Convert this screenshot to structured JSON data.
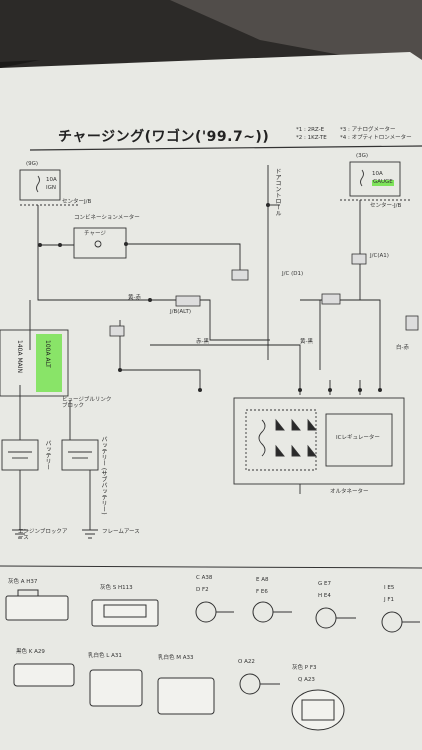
{
  "title": "チャージング(ワゴン('99.7~))",
  "engine_notes": [
    "*1 : 2RZ-E",
    "*2 : 1KZ-TE",
    "*3 : アナログメーター",
    "*4 : オプティトロンメーター"
  ],
  "fuses": {
    "ign": {
      "amps": "10A",
      "name": "IGN",
      "ref": "(9G)"
    },
    "gauge": {
      "amps": "10A",
      "name": "GAUGE",
      "ref": "(3G)"
    }
  },
  "junction_labels": {
    "center_jb_left": "センターJ/B",
    "center_jb_right": "センター-J/B",
    "combination_meter": "コンビネーションメーター",
    "charge_lamp": "チャージ",
    "door_control": "ドアコントロール",
    "jc_d1": "J/C (D1)",
    "jc_a1": "J/C(A1)",
    "jb_alt": "J/B(ALT)",
    "fusible_link": "ヒュージブルリンクブロック",
    "ic_regulator": "ICレギュレーター",
    "alternator": "オルタネーター"
  },
  "fusible_link_labels": {
    "main": "140A MAIN",
    "alt": "100A ALT"
  },
  "batteries": {
    "left": "バッテリー",
    "right": "バッテリー (サブバッテリー)"
  },
  "grounds": {
    "engine_block": "エンジンブロックアース",
    "frame": "フレームアース"
  },
  "wire_colors": [
    "黄-赤",
    "赤-黒",
    "黄-黒",
    "白-赤"
  ],
  "connectors": [
    {
      "color": "灰色",
      "code": "A",
      "id": "H37"
    },
    {
      "color": "灰色",
      "code": "S",
      "id": "H113"
    },
    {
      "code": "C",
      "id": "A38"
    },
    {
      "code": "D",
      "id": "F2"
    },
    {
      "code": "E",
      "id": "A8"
    },
    {
      "code": "F",
      "id": "E6"
    },
    {
      "code": "G",
      "id": "E7"
    },
    {
      "code": "H",
      "id": "E4"
    },
    {
      "code": "I",
      "id": "E5"
    },
    {
      "code": "J",
      "id": "F1"
    },
    {
      "color": "黒色",
      "code": "K",
      "id": "A29"
    },
    {
      "color": "乳白色",
      "code": "L",
      "id": "A31"
    },
    {
      "color": "乳白色",
      "code": "M",
      "id": "A33"
    },
    {
      "code": "O",
      "id": "A22"
    },
    {
      "color": "灰色",
      "code": "P",
      "id": "F3"
    },
    {
      "code": "Q",
      "id": "A23"
    }
  ],
  "colors": {
    "paper": "#e8e9e4",
    "background": "#2c2a28",
    "highlight": "#7ee35a",
    "ink": "#2a2a2a"
  }
}
